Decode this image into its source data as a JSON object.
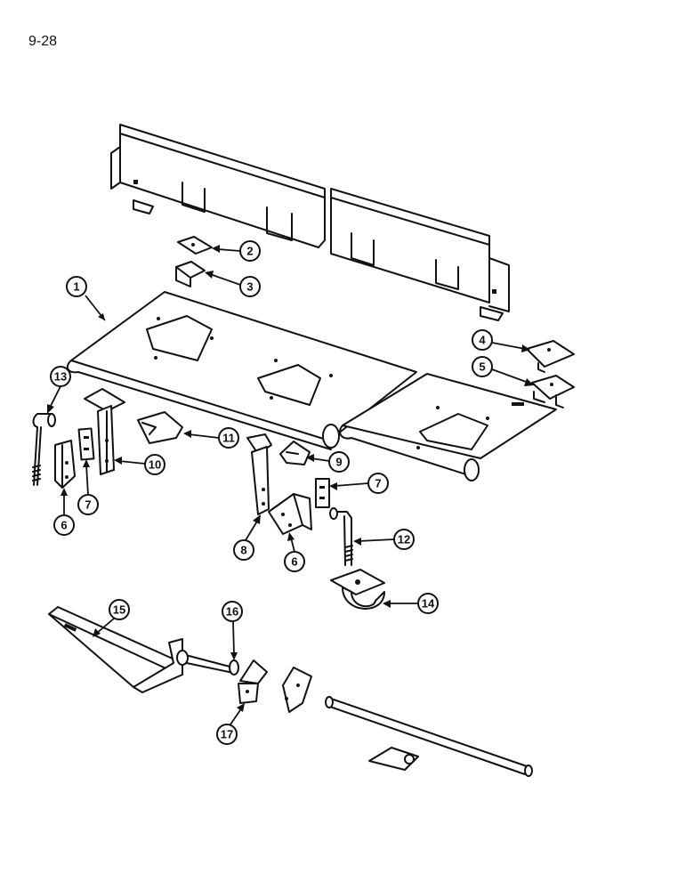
{
  "page_label": "9-28",
  "callouts": [
    "1",
    "2",
    "3",
    "4",
    "5",
    "6",
    "6",
    "7",
    "7",
    "8",
    "9",
    "10",
    "11",
    "12",
    "13",
    "14",
    "15",
    "16",
    "17"
  ]
}
